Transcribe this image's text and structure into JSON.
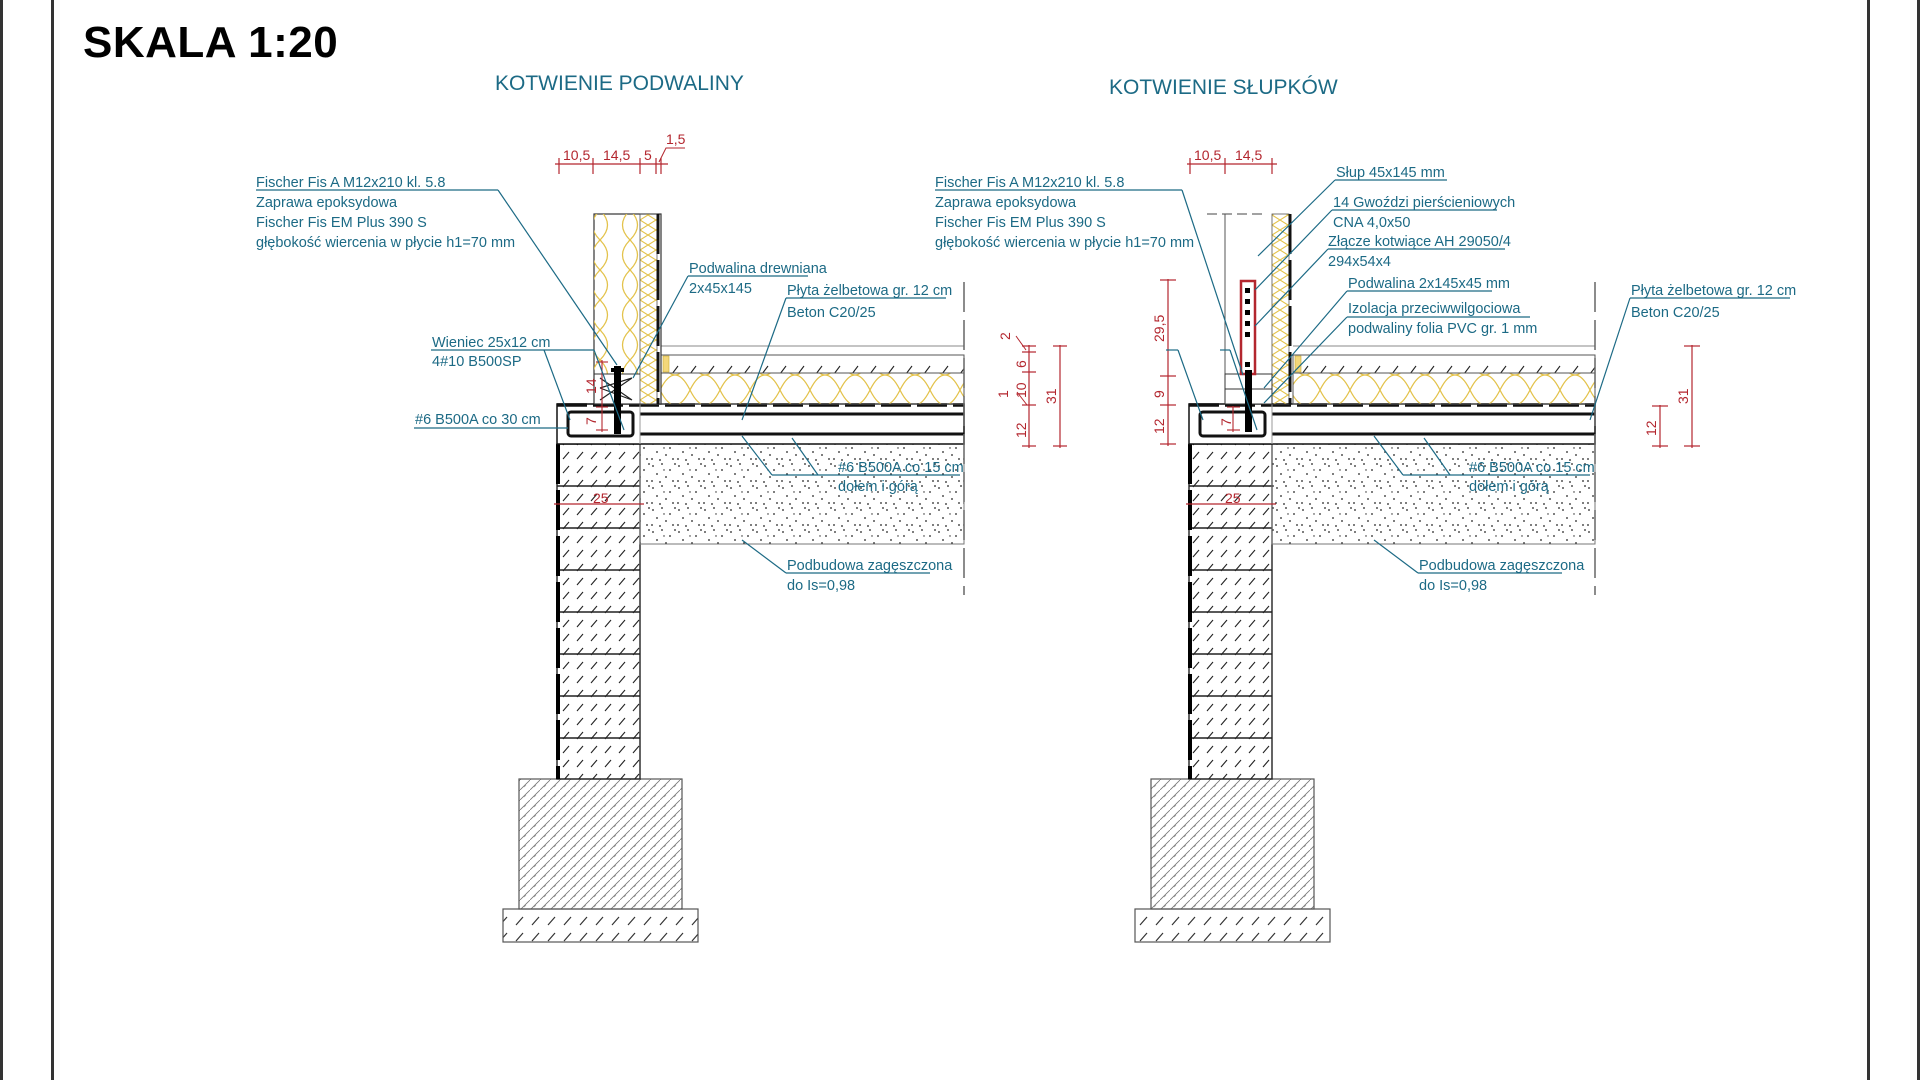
{
  "title": "SKALA 1:20",
  "colors": {
    "annotation": "#1c6a85",
    "dimension": "#b3262e",
    "insulation": "#e8c84a",
    "outline": "#111111"
  },
  "details": [
    {
      "heading": "KOTWIENIE PODWALINY",
      "top_dims": [
        "10,5",
        "14,5",
        "5",
        "1,5"
      ],
      "labels": {
        "anchor": [
          "Fischer Fis A M12x210 kl. 5.8",
          "Zaprawa epoksydowa",
          "Fischer Fis EM Plus 390 S",
          "głębokość wiercenia w płycie h1=70 mm"
        ],
        "sill": [
          "Podwalina drewniana",
          "2x45x145"
        ],
        "slab": [
          "Płyta żelbetowa gr. 12 cm",
          "Beton C20/25"
        ],
        "ring_beam": [
          "Wieniec 25x12 cm",
          "4#10 B500SP"
        ],
        "stirrups": [
          "#6 B500A co 30 cm"
        ],
        "mesh": [
          "#6 B500A co 15 cm",
          "dołem i górą"
        ],
        "subbase": [
          "Podbudowa zagęszczona",
          "do Is=0,98"
        ]
      },
      "side_dims": [
        "2",
        "6",
        "10",
        "1",
        "12",
        "31"
      ],
      "inner_dims": [
        "14",
        "7"
      ],
      "wall_dim": "25"
    },
    {
      "heading": "KOTWIENIE SŁUPKÓW",
      "top_dims": [
        "10,5",
        "14,5"
      ],
      "labels": {
        "anchor": [
          "Fischer Fis A M12x210 kl. 5.8",
          "Zaprawa epoksydowa",
          "Fischer Fis EM Plus 390 S",
          "głębokość wiercenia w płycie h1=70 mm"
        ],
        "post": [
          "Słup 45x145 mm"
        ],
        "nails": [
          "14 Gwoździ pierścieniowych",
          "CNA 4,0x50"
        ],
        "connector": [
          "Złącze kotwiące AH 29050/4",
          "294x54x4"
        ],
        "sill": [
          "Podwalina 2x145x45 mm"
        ],
        "damp": [
          "Izolacja przeciwwilgociowa",
          "podwaliny folia PVC gr. 1 mm"
        ],
        "slab": [
          "Płyta żelbetowa gr. 12 cm",
          "Beton C20/25"
        ],
        "mesh": [
          "#6 B500A co 15 cm",
          "dołem i górą"
        ],
        "subbase": [
          "Podbudowa zagęszczona",
          "do Is=0,98"
        ]
      },
      "side_dims": [
        "12",
        "31"
      ],
      "left_dims": [
        "29,5",
        "9",
        "12"
      ],
      "inner_dims": [
        "7"
      ],
      "wall_dim": "25"
    }
  ]
}
